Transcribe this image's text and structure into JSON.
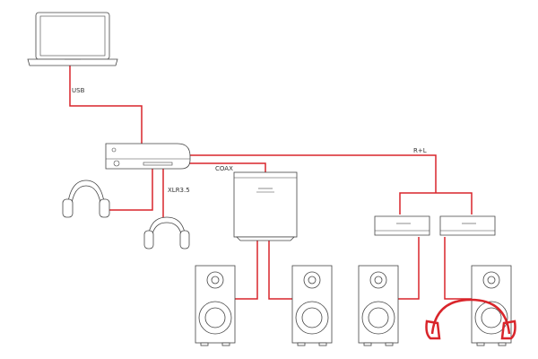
{
  "labels": {
    "usb": "USB",
    "coax": "COAX",
    "xlr": "XLR3.5",
    "r_plus_l": "R+L"
  },
  "colors": {
    "wire": "#d9252b",
    "outline": "#444444",
    "speaker_fill": "#f2f2f2",
    "driver_fill": "#d8d8d8"
  },
  "icons": {
    "laptop": "laptop-icon",
    "dac": "dac-amp-icon",
    "headphones": "headphones-icon",
    "converter": "coax-converter-icon",
    "amplifier": "amplifier-icon",
    "speaker": "speaker-icon"
  }
}
